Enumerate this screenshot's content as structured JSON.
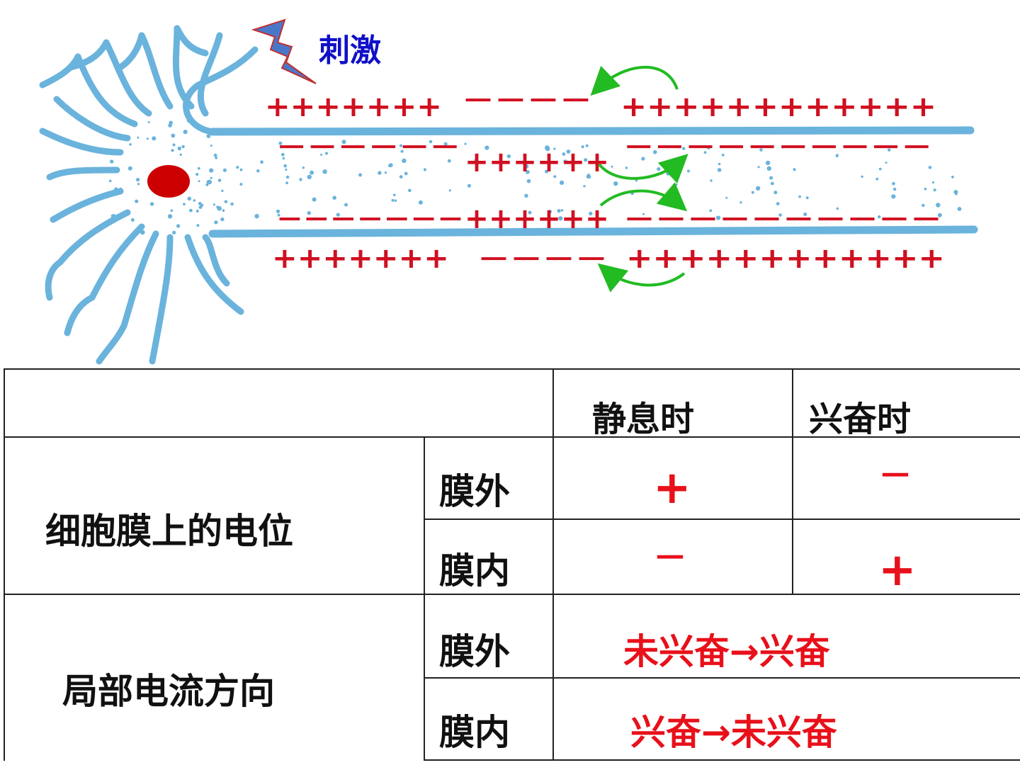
{
  "diagram": {
    "stimulus_label": "刺激",
    "top_outer": {
      "left": "+++++++",
      "mid": "－－－－",
      "right": "++++++++++++"
    },
    "top_inner": {
      "left": "－－－－－－",
      "mid": "++++++",
      "right": "－－－－－－－－－－"
    },
    "bottom_inner": {
      "left": "－－－－－－－",
      "mid": "++++++",
      "right": "－－－－－－－－－－"
    },
    "bottom_outer": {
      "left": "+++++++",
      "mid": "－－－－",
      "right": "++++++++++++"
    },
    "colors": {
      "neuron": "#6ab3dc",
      "nucleus": "#cc0000",
      "charge": "#d01020",
      "current_arrow": "#22bb22",
      "stimulus": "#4a78c8"
    }
  },
  "table": {
    "headers": {
      "resting": "静息时",
      "excited": "兴奋时"
    },
    "rows": [
      {
        "label": "细胞膜上的电位",
        "outer": {
          "label": "膜外",
          "resting": "+",
          "excited": "－"
        },
        "inner": {
          "label": "膜内",
          "resting": "－",
          "excited": "+"
        }
      },
      {
        "label": "局部电流方向",
        "outer": {
          "label": "膜外",
          "value": "未兴奋→兴奋"
        },
        "inner": {
          "label": "膜内",
          "value": "兴奋→未兴奋"
        }
      }
    ]
  }
}
